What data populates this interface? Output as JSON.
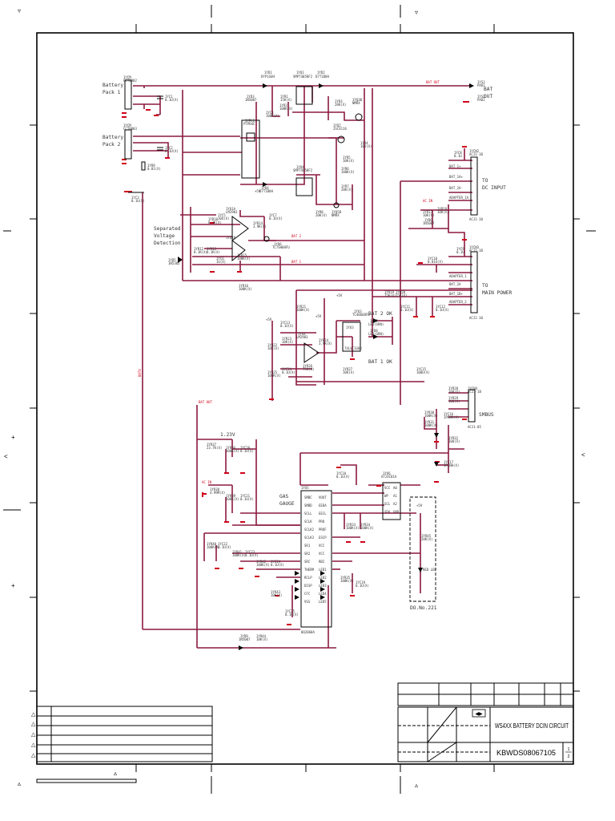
{
  "title_block": {
    "title": "WS4XX BATTERY DCIN CIRCUIT",
    "doc_number": "KBWDS08067105",
    "sheet": "1",
    "sheet_total": "2"
  },
  "labels": {
    "battery_pack_1_l1": "Battery",
    "battery_pack_1_l2": "Pack 1",
    "battery_pack_2_l1": "Battery",
    "battery_pack_2_l2": "Pack 2",
    "bat_out_l1": "BAT",
    "bat_out_l2": "OUT",
    "to_dc_input_l1": "TO",
    "to_dc_input_l2": "DC INPUT",
    "to_main_power_l1": "TO",
    "to_main_power_l2": "MAIN POWER",
    "separated_l1": "Separated",
    "separated_l2": "Voltage",
    "separated_l3": "Detection",
    "bat2_ok": "BAT 2 OK",
    "bat1_ok": "BAT 1 OK",
    "smbus": "SMBUS",
    "v123": "1.23V",
    "gas_gauge_l1": "GAS",
    "gas_gauge_l2": "GAUGE",
    "dnp": "DO.No.221",
    "net_bat_out": "BAT OUT",
    "net_bat2": "BAT 2",
    "net_bat1": "BAT 1",
    "net_bat_out_2": "BAT OUT",
    "net_ac_in": "AC IN",
    "net_ac_in_2": "AC IN",
    "net_batv": "BATV"
  },
  "colors": {
    "wire": "#8b1a3e",
    "marker": "#d0021b",
    "frame": "#000000"
  }
}
